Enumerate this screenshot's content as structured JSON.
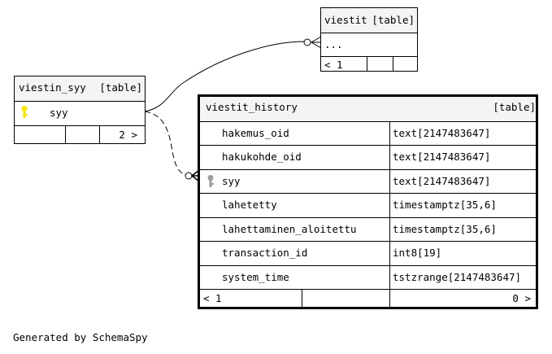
{
  "footer": "Generated by SchemaSpy",
  "colors": {
    "primary_key": "#f2e600",
    "foreign_key": "#9b9b9b"
  },
  "viestit": {
    "name": "viestit",
    "type_label": "[table]",
    "columns": [
      "..."
    ],
    "parents": "< 1",
    "children": ""
  },
  "viestin_syy": {
    "name": "viestin_syy",
    "type_label": "[table]",
    "columns": [
      {
        "name": "syy",
        "key": "primary-key-icon"
      }
    ],
    "parents": "",
    "children": "2 >"
  },
  "viestit_history": {
    "name": "viestit_history",
    "type_label": "[table]",
    "columns": [
      {
        "name": "hakemus_oid",
        "type": "text[2147483647]"
      },
      {
        "name": "hakukohde_oid",
        "type": "text[2147483647]"
      },
      {
        "name": "syy",
        "type": "text[2147483647]",
        "key": "foreign-key-icon"
      },
      {
        "name": "lahetetty",
        "type": "timestamptz[35,6]"
      },
      {
        "name": "lahettaminen_aloitettu",
        "type": "timestamptz[35,6]"
      },
      {
        "name": "transaction_id",
        "type": "int8[19]"
      },
      {
        "name": "system_time",
        "type": "tstzrange[2147483647]"
      }
    ],
    "parents": "< 1",
    "children": "0 >"
  }
}
